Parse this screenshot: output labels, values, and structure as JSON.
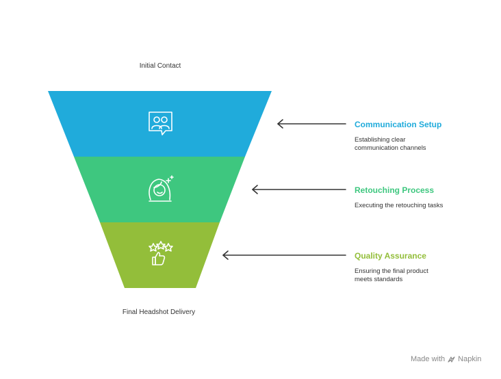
{
  "funnel": {
    "top_label": "Initial Contact",
    "bottom_label": "Final Headshot Delivery",
    "stages": [
      {
        "title": "Communication Setup",
        "description": "Establishing clear communication channels",
        "color": "#20ABDB",
        "icon": "communication-users-icon"
      },
      {
        "title": "Retouching Process",
        "description": "Executing the retouching tasks",
        "color": "#3EC77F",
        "icon": "woman-sparkle-icon"
      },
      {
        "title": "Quality Assurance",
        "description": "Ensuring the final product meets standards",
        "color": "#93BE3A",
        "icon": "stars-thumbs-up-icon"
      }
    ]
  },
  "watermark": {
    "prefix": "Made with",
    "brand": "Napkin"
  }
}
